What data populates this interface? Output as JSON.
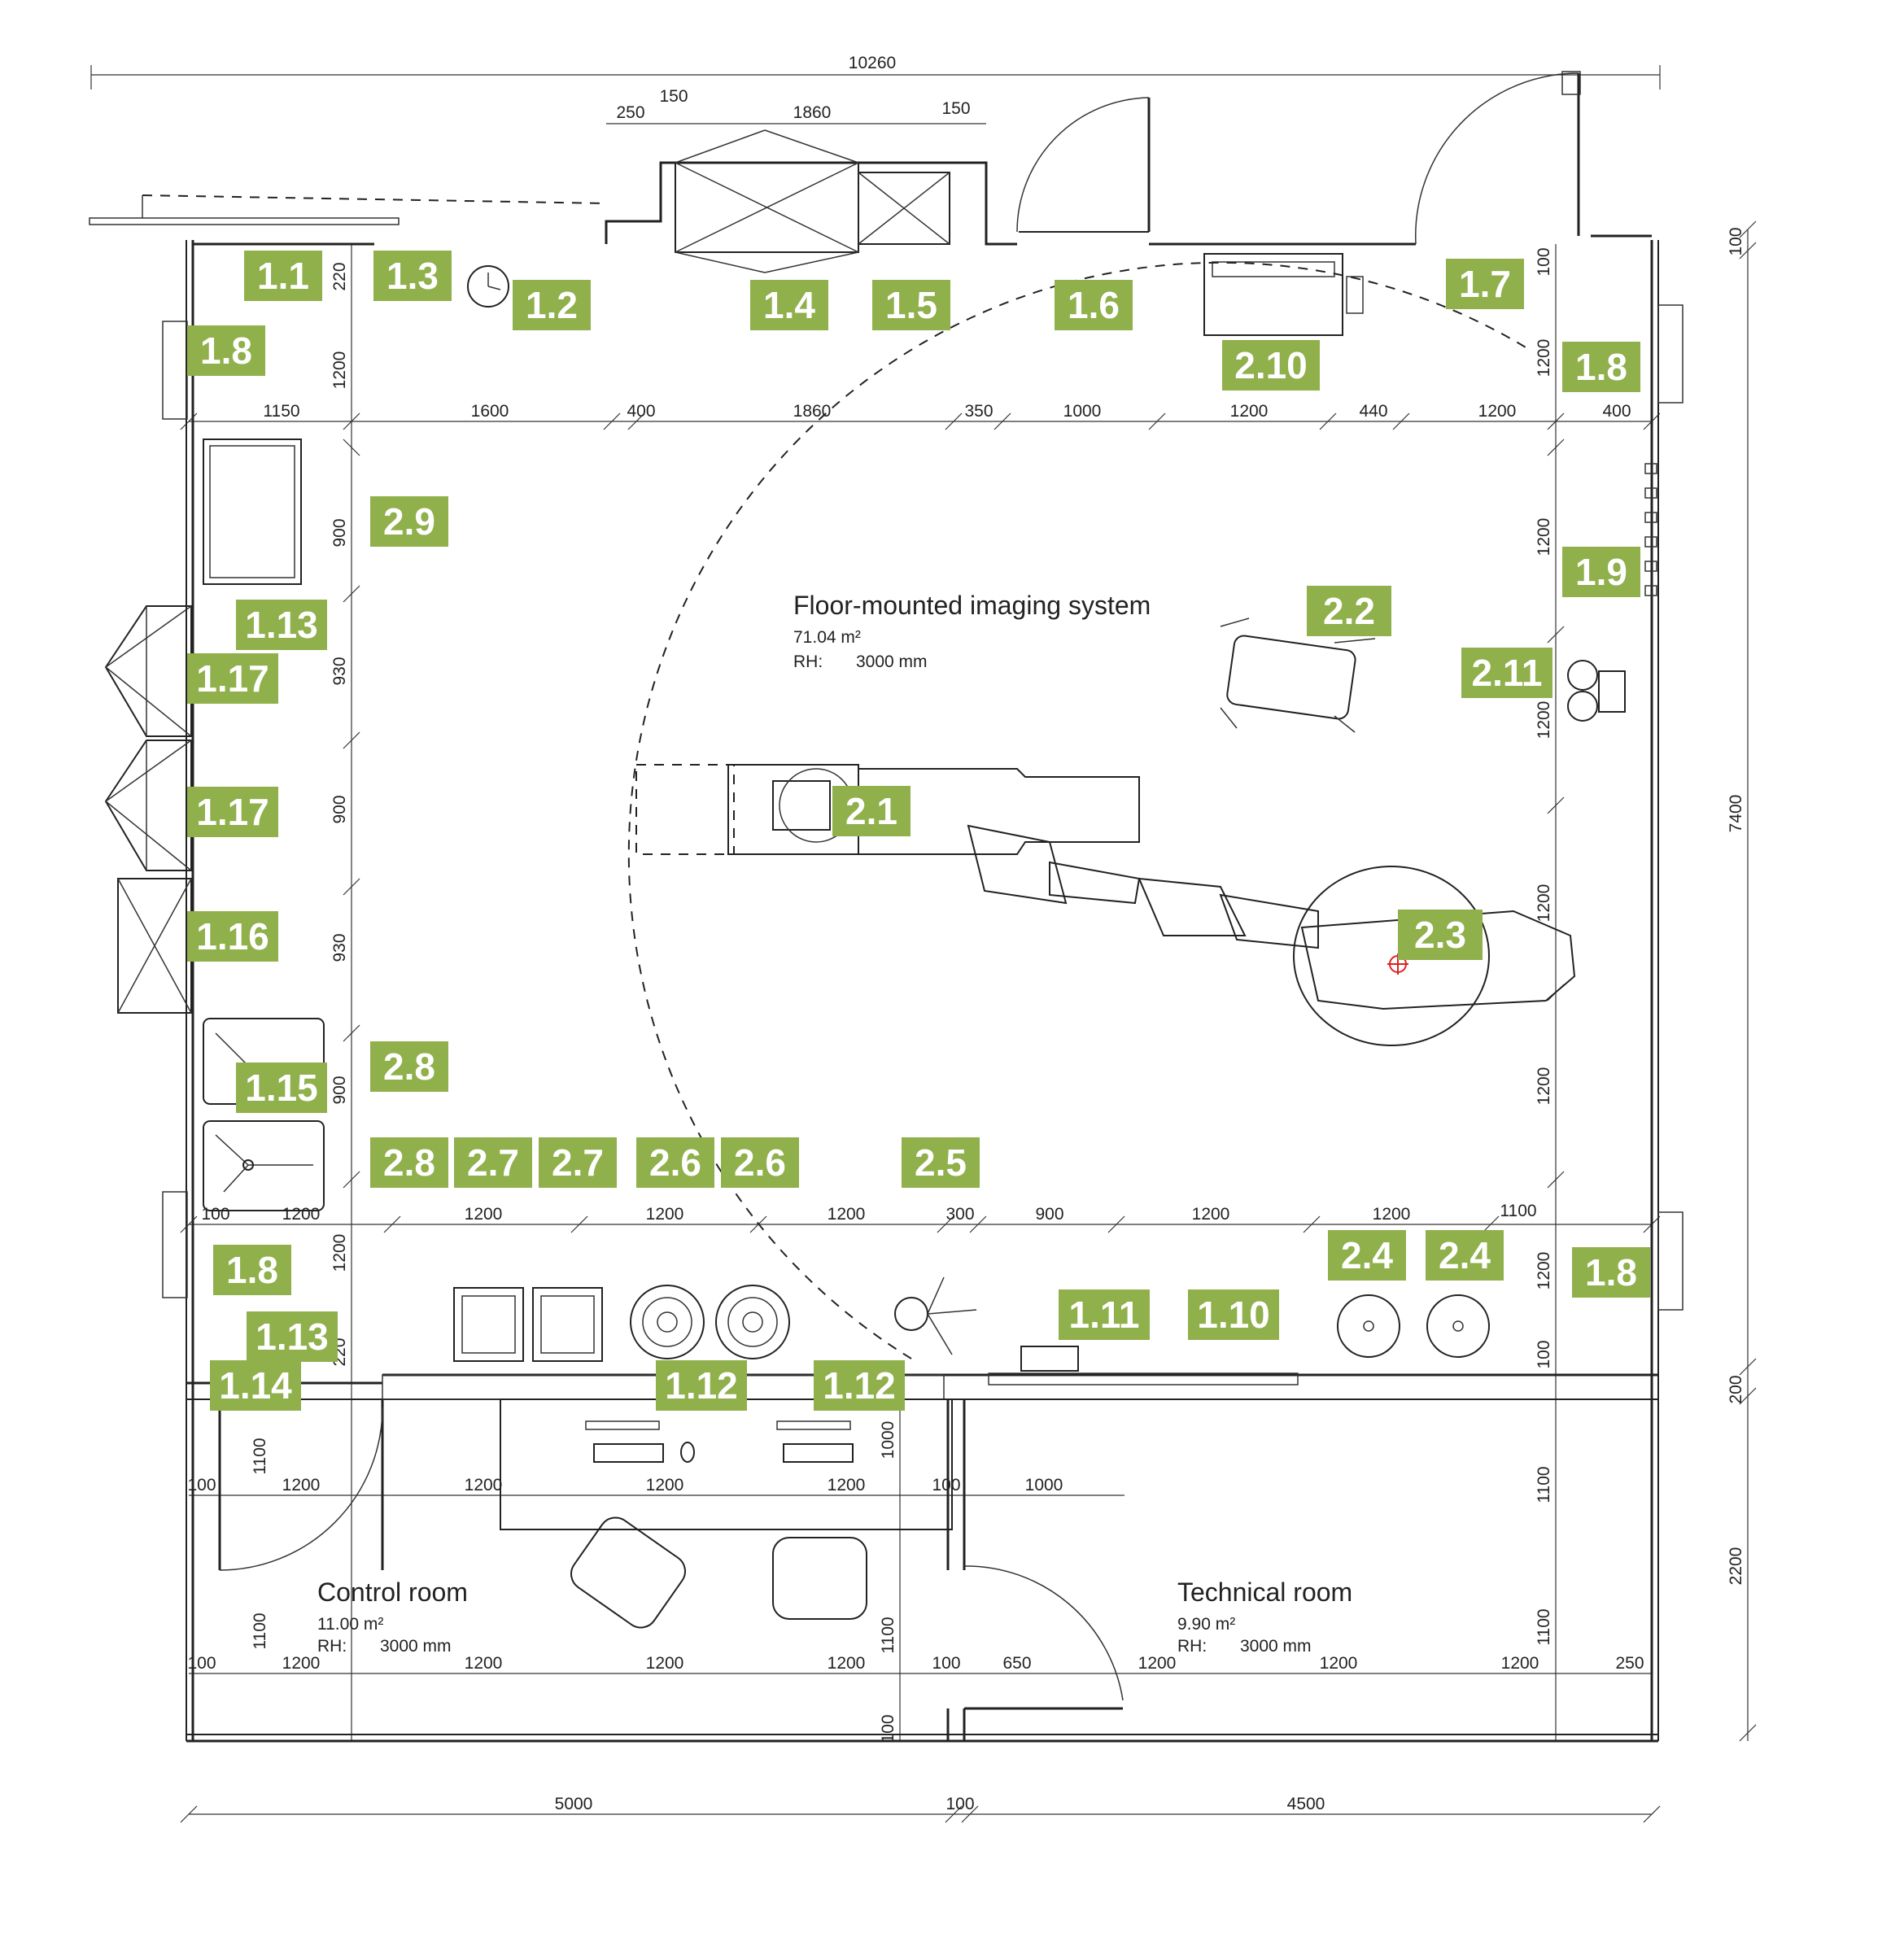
{
  "colors": {
    "accent": "#8fb04b",
    "line": "#222222"
  },
  "rooms": {
    "imaging": {
      "title": "Floor-mounted imaging system",
      "area": "71.04 m²",
      "rh_label": "RH:",
      "rh_value": "3000 mm"
    },
    "control": {
      "title": "Control room",
      "area": "11.00 m²",
      "rh_label": "RH:",
      "rh_value": "3000 mm"
    },
    "technical": {
      "title": "Technical room",
      "area": "9.90 m²",
      "rh_label": "RH:",
      "rh_value": "3000 mm"
    }
  },
  "dimensions": {
    "top_total": "10260",
    "top_sub": [
      "250",
      "150",
      "1860",
      "150"
    ],
    "row1": [
      "1150",
      "1600",
      "400",
      "1860",
      "350",
      "1000",
      "1200",
      "440",
      "1200",
      "400"
    ],
    "row2": [
      "100",
      "1200",
      "1200",
      "1200",
      "1200",
      "300",
      "900",
      "1200",
      "1200",
      "1100"
    ],
    "row3": [
      "100",
      "1200",
      "1200",
      "1200",
      "1200",
      "100",
      "1000"
    ],
    "row4": [
      "100",
      "1200",
      "1200",
      "1200",
      "1200",
      "100",
      "650",
      "1200",
      "1200",
      "1200",
      "250"
    ],
    "bottom": [
      "5000",
      "100",
      "4500"
    ],
    "left_col": [
      "220",
      "1200",
      "900",
      "930",
      "900",
      "930",
      "900",
      "1200",
      "220",
      "1100",
      "1100"
    ],
    "right_col": [
      "100",
      "1200",
      "1200",
      "1200",
      "1200",
      "1200",
      "1200",
      "100",
      "1100",
      "1100"
    ],
    "far_right": [
      "100",
      "7400",
      "200",
      "2200"
    ],
    "mid_col": [
      "1000",
      "1100",
      "100"
    ]
  },
  "tags": [
    {
      "id": "1.1"
    },
    {
      "id": "1.3"
    },
    {
      "id": "1.2"
    },
    {
      "id": "1.4"
    },
    {
      "id": "1.5"
    },
    {
      "id": "1.6"
    },
    {
      "id": "1.7"
    },
    {
      "id": "1.8"
    },
    {
      "id": "2.10"
    },
    {
      "id": "1.8"
    },
    {
      "id": "2.9"
    },
    {
      "id": "1.13"
    },
    {
      "id": "1.17"
    },
    {
      "id": "2.2"
    },
    {
      "id": "2.11"
    },
    {
      "id": "1.9"
    },
    {
      "id": "1.17"
    },
    {
      "id": "2.1"
    },
    {
      "id": "1.16"
    },
    {
      "id": "2.3"
    },
    {
      "id": "2.8"
    },
    {
      "id": "1.15"
    },
    {
      "id": "2.8"
    },
    {
      "id": "2.7"
    },
    {
      "id": "2.7"
    },
    {
      "id": "2.6"
    },
    {
      "id": "2.6"
    },
    {
      "id": "2.5"
    },
    {
      "id": "2.4"
    },
    {
      "id": "2.4"
    },
    {
      "id": "1.8"
    },
    {
      "id": "1.8"
    },
    {
      "id": "1.11"
    },
    {
      "id": "1.10"
    },
    {
      "id": "1.13"
    },
    {
      "id": "1.14"
    },
    {
      "id": "1.12"
    },
    {
      "id": "1.12"
    }
  ]
}
